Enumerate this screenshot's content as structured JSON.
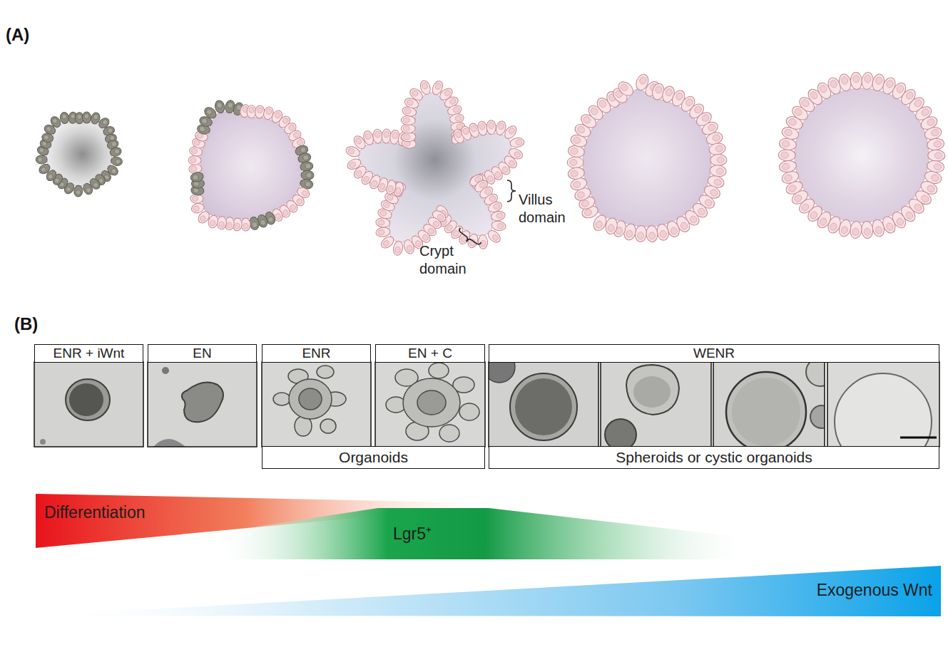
{
  "diagram": {
    "nodes": [
      {
        "text": [
          "ENR + iWnt"
        ]
      },
      {
        "text": [
          "EN"
        ]
      },
      {
        "text": [
          "ENR"
        ]
      },
      {
        "text": [
          "EN + C"
        ]
      },
      {
        "text": [
          "WENR"
        ]
      },
      {
        "text": [
          "Organoids"
        ]
      },
      {
        "text": [
          "Spheroids or cystic organoids"
        ]
      },
      {
        "text": [
          "Differentiation"
        ]
      },
      {
        "text": [
          "Lgr5⁺"
        ]
      },
      {
        "text": [
          "Exogenous Wnt"
        ]
      }
    ],
    "labels": [
      "(A)",
      "Villus domain",
      "Crypt domain",
      "(B)"
    ]
  }
}
